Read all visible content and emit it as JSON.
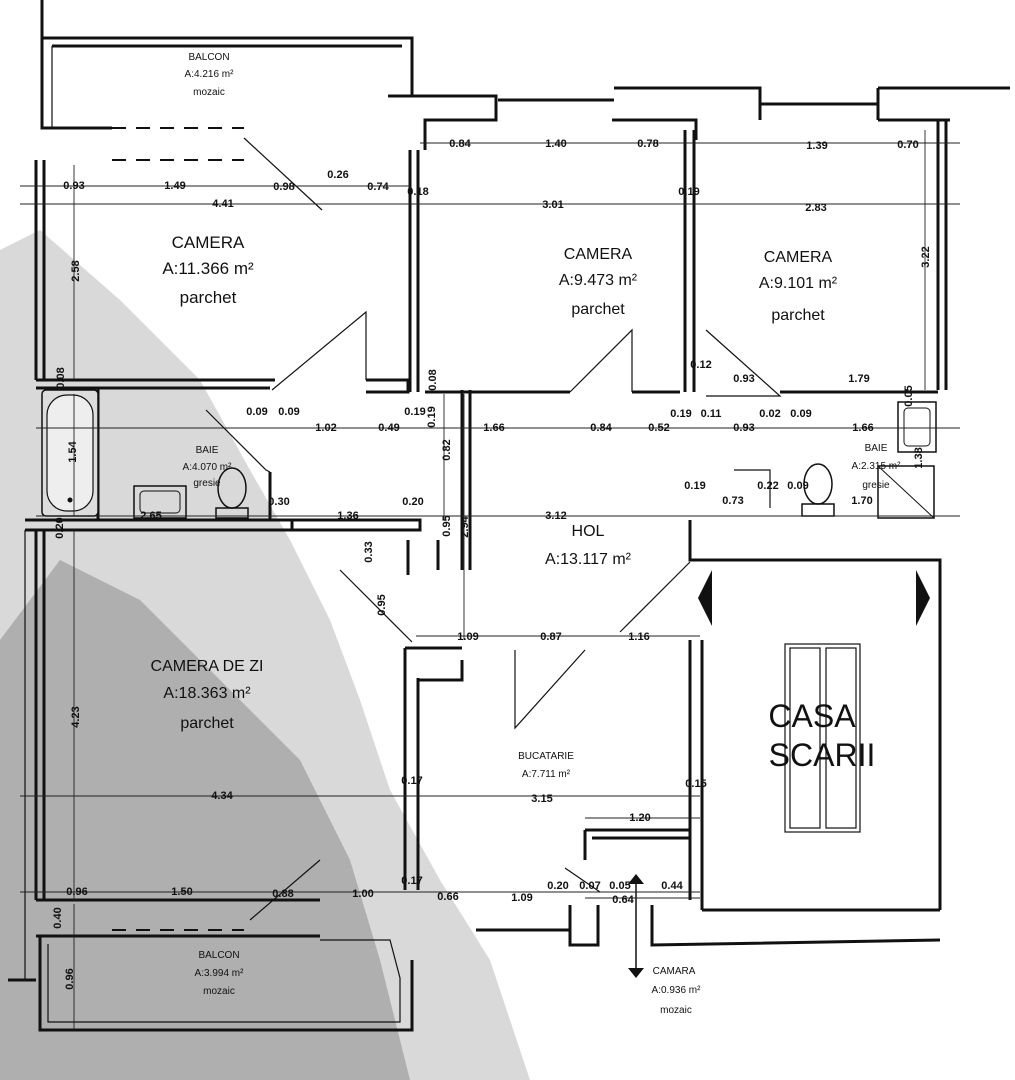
{
  "rooms": {
    "balcon_top": {
      "name": "BALCON",
      "area": "A:4.216 m²",
      "finish": "mozaic"
    },
    "camera1": {
      "name": "CAMERA",
      "area": "A:11.366 m²",
      "finish": "parchet"
    },
    "camera2": {
      "name": "CAMERA",
      "area": "A:9.473 m²",
      "finish": "parchet"
    },
    "camera3": {
      "name": "CAMERA",
      "area": "A:9.101 m²",
      "finish": "parchet"
    },
    "baie1": {
      "name": "BAIE",
      "area": "A:4.070 m²",
      "finish": "gresie"
    },
    "baie2": {
      "name": "BAIE",
      "area": "A:2.315 m²",
      "finish": "gresie"
    },
    "hol": {
      "name": "HOL",
      "area": "A:13.117 m²"
    },
    "camera_de_zi": {
      "name": "CAMERA DE ZI",
      "area": "A:18.363 m²",
      "finish": "parchet"
    },
    "bucatarie": {
      "name": "BUCATARIE",
      "area": "A:7.711 m²"
    },
    "casa_scarii": {
      "line1": "CASA",
      "line2": "SCARII"
    },
    "balcon_bottom": {
      "name": "BALCON",
      "area": "A:3.994 m²",
      "finish": "mozaic"
    },
    "camara": {
      "name": "CAMARA",
      "area": "A:0.936 m²",
      "finish": "mozaic"
    }
  },
  "dimensions": {
    "d093": "0.93",
    "d149": "1.49",
    "d098": "0.98",
    "d026": "0.26",
    "d074": "0.74",
    "d018": "0.18",
    "d441": "4.41",
    "d084": "0.84",
    "d140": "1.40",
    "d078": "0.78",
    "d139": "1.39",
    "d070": "0.70",
    "d301": "3.01",
    "d019a": "0.19",
    "d283": "2.83",
    "d322": "3.22",
    "d258": "2.58",
    "d008a": "0.08",
    "d009a": "0.09",
    "d009b": "0.09",
    "d102": "1.02",
    "d049": "0.49",
    "d019b": "0.19",
    "d008b": "0.08",
    "d019c": "0.19",
    "d166a": "1.66",
    "d084b": "0.84",
    "d052": "0.52",
    "d019d": "0.19",
    "d011": "0.11",
    "d093b": "0.93",
    "d002": "0.02",
    "d009c": "0.09",
    "d166b": "1.66",
    "d012": "0.12",
    "d093c": "0.93",
    "d179": "1.79",
    "d005": "0.05",
    "d154": "1.54",
    "d082": "0.82",
    "d030": "0.30",
    "d020a": "0.20",
    "d265": "2.65",
    "d136": "1.36",
    "d312": "3.12",
    "d019e": "0.19",
    "d073": "0.73",
    "d022": "0.22",
    "d009d": "0.09",
    "d170": "1.70",
    "d138": "1.38",
    "d020b": "0.20",
    "d095a": "0.95",
    "d294": "2.94",
    "d033": "0.33",
    "d095b": "0.95",
    "d109a": "1.09",
    "d087": "0.87",
    "d116": "1.16",
    "d423": "4.23",
    "d017a": "0.17",
    "d015": "0.15",
    "d434": "4.34",
    "d315": "3.15",
    "d120": "1.20",
    "d096a": "0.96",
    "d150": "1.50",
    "d088": "0.88",
    "d100": "1.00",
    "d017b": "0.17",
    "d066": "0.66",
    "d109b": "1.09",
    "d020c": "0.20",
    "d007": "0.07",
    "d005b": "0.05",
    "d044": "0.44",
    "d064": "0.64",
    "d040": "0.40",
    "d096b": "0.96"
  }
}
